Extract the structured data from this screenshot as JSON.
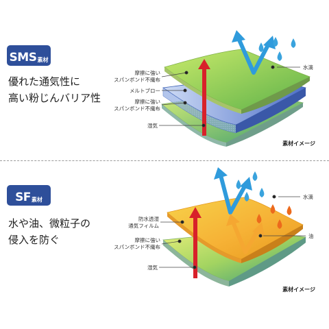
{
  "sms": {
    "badge_main": "SMS",
    "badge_sub": "素材",
    "headline_line1": "優れた通気性に",
    "headline_line2": "高い粉じんバリア性",
    "labels": {
      "friction_resistant": "摩擦に強い",
      "spunbond_nonwoven": "スパンボンド不織布",
      "meltblown": "メルトブロー",
      "water_drop": "水滴",
      "moisture": "湿気"
    },
    "caption": "素材イメージ"
  },
  "sf": {
    "badge_main": "SF",
    "badge_sub": "素材",
    "headline_line1": "水や油、微粒子の",
    "headline_line2": "侵入を防ぐ",
    "labels": {
      "waterproof_breathable": "防水透湿",
      "breathable_film": "通気フィルム",
      "friction_resistant": "摩擦に強い",
      "spunbond_nonwoven": "スパンボンド不織布",
      "water_drop": "水滴",
      "oil": "油",
      "moisture": "湿気"
    },
    "caption": "素材イメージ"
  },
  "colors": {
    "badge_blue": "#2e4f9a",
    "layer_green": "#93cf4a",
    "layer_gray": "#a8b3b8",
    "meltblown_blue": "#5f88d8",
    "film_orange": "#f5a42a",
    "arrow_red": "#d8212a",
    "arrow_blue": "#2f9bdc",
    "drop_blue": "#3aa3dd",
    "oil_orange": "#ec6a1c"
  }
}
